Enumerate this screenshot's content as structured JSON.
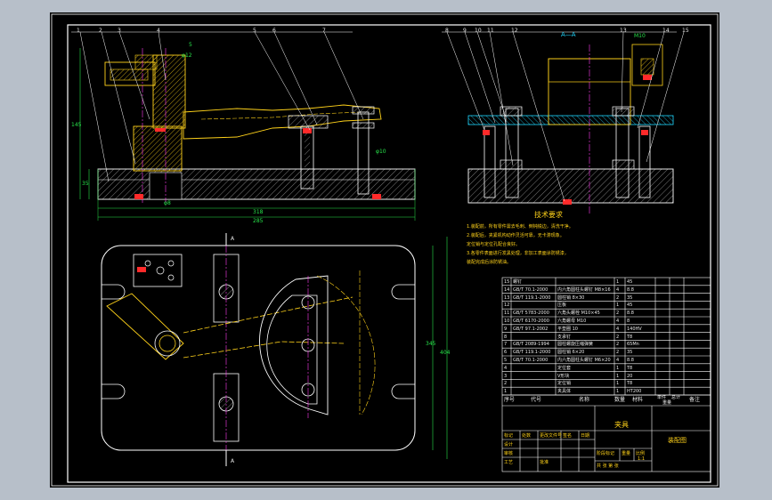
{
  "balloons": [
    "1",
    "2",
    "3",
    "4",
    "5",
    "6",
    "7",
    "8",
    "9",
    "10",
    "11",
    "12",
    "13",
    "14",
    "15"
  ],
  "section_label": "A—A",
  "dims": {
    "d_318": "318",
    "d_285": "285",
    "d_145": "145",
    "d_35": "35",
    "d_345": "345",
    "d_404": "404",
    "d_phi12": "φ12",
    "d_phi10": "φ10",
    "d_phi8": "φ8",
    "d_m": "M10",
    "d_5": "5",
    "cut_a1": "A",
    "cut_a2": "A"
  },
  "tech_req": {
    "title": "技术要求",
    "lines": [
      "1.装配前，所有零件需去毛刺、倒钝锐边，清洗干净。",
      "2.装配后，夹紧机构动作灵活可靠，无卡滞现象。",
      "  定位销与定位孔配合良好。",
      "3.各零件表面进行发黑处理，非加工表面涂防锈漆，",
      "  装配完成后涂防锈油。"
    ]
  },
  "bom": {
    "rows": [
      [
        "15",
        "螺钉",
        "",
        "1",
        "45"
      ],
      [
        "14",
        "GB/T 70.1-2000",
        "内六角圆柱头螺钉 M8×16",
        "4",
        "8.8"
      ],
      [
        "13",
        "GB/T 119.1-2000",
        "圆柱销 8×30",
        "2",
        "35"
      ],
      [
        "12",
        "",
        "压板",
        "1",
        "45"
      ],
      [
        "11",
        "GB/T 5783-2000",
        "六角头螺栓 M10×45",
        "2",
        "8.8"
      ],
      [
        "10",
        "GB/T 6170-2000",
        "六角螺母 M10",
        "4",
        "8"
      ],
      [
        "9",
        "GB/T 97.1-2002",
        "平垫圈 10",
        "4",
        "140HV"
      ],
      [
        "8",
        "",
        "支承钉",
        "2",
        "T8"
      ],
      [
        "7",
        "GB/T 2089-1994",
        "圆柱螺旋压缩弹簧",
        "2",
        "65Mn"
      ],
      [
        "6",
        "GB/T 119.1-2000",
        "圆柱销 6×20",
        "2",
        "35"
      ],
      [
        "5",
        "GB/T 70.1-2000",
        "内六角圆柱头螺钉 M6×20",
        "4",
        "8.8"
      ],
      [
        "4",
        "",
        "定位套",
        "1",
        "T8"
      ],
      [
        "3",
        "",
        "V形块",
        "1",
        "20"
      ],
      [
        "2",
        "",
        "定位销",
        "1",
        "T8"
      ],
      [
        "1",
        "",
        "夹具体",
        "1",
        "HT200"
      ]
    ],
    "header": {
      "seq": "序号",
      "code": "代号",
      "name": "名称",
      "qty": "数量",
      "material": "材料",
      "unit_w": "单件",
      "total_w": "总计",
      "weight": "重量",
      "remark": "备注"
    }
  },
  "title_block": {
    "drawing_name": "夹具",
    "unit": "装配图",
    "mark": "标记",
    "count": "处数",
    "revise": "更改文件号",
    "sign": "签名",
    "date": "日期",
    "design": "设计",
    "check": "审核",
    "process": "工艺",
    "approve": "批准",
    "stage": "阶段标记",
    "weight": "重量",
    "ratio": "比例",
    "ratio_val": "1:1",
    "sheet": "共 张 第 张"
  },
  "colors": {
    "frame": "#ffffff",
    "outline": "#ffffff",
    "part": "#ffd21a",
    "center": "#ffd21a",
    "pink": "#ff3df0",
    "cyan": "#20d8ff",
    "red": "#ff2a2a",
    "green": "#27e34a",
    "bg": "#000000",
    "page": "#b7bfc9"
  }
}
